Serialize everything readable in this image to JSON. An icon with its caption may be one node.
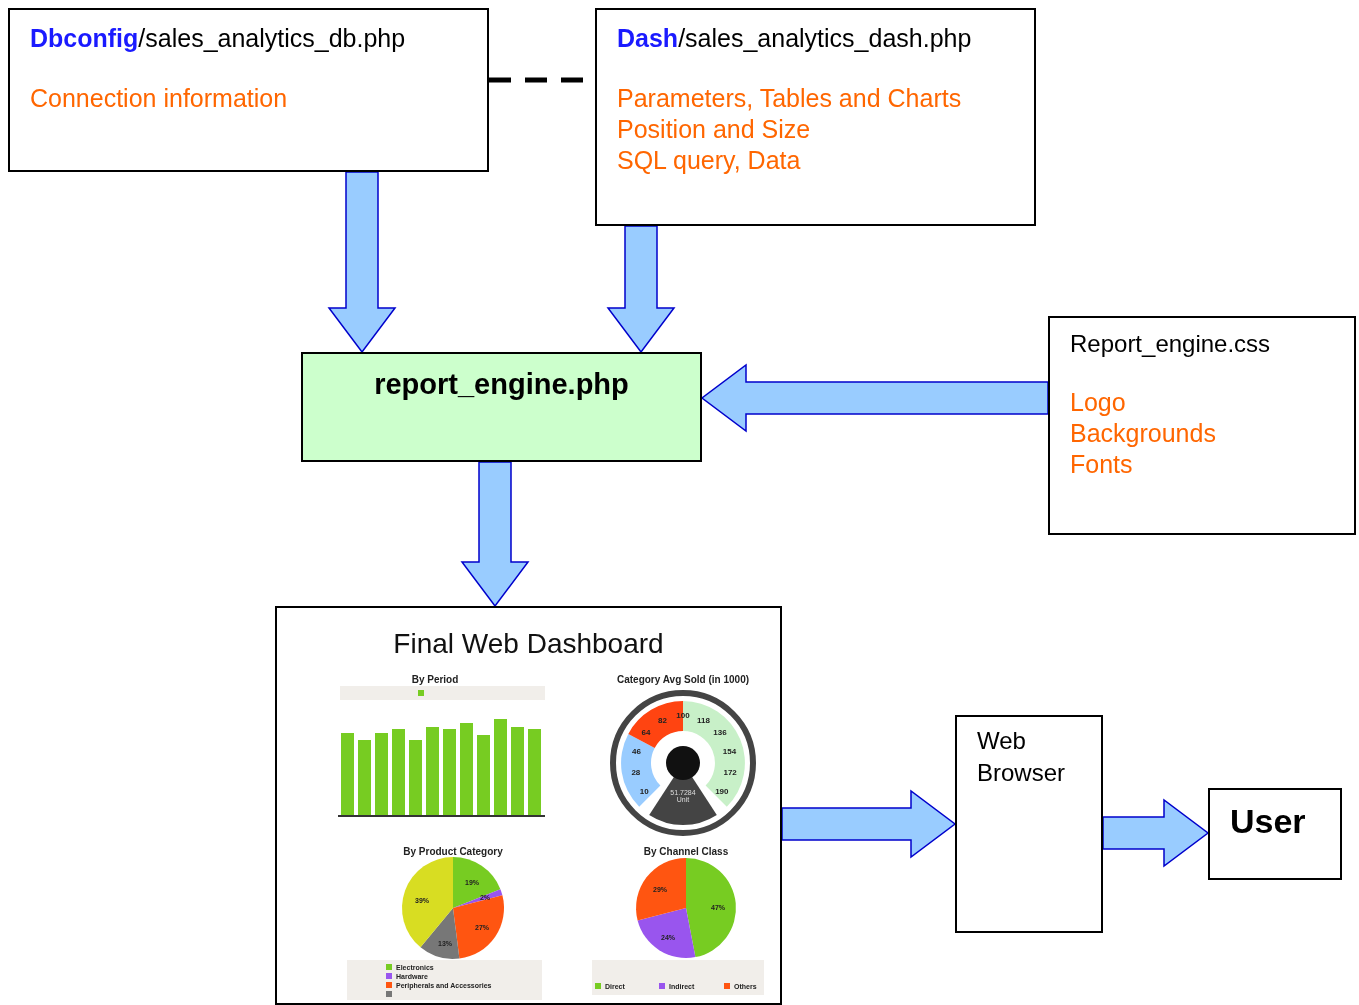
{
  "diagram": {
    "nodes": [
      {
        "text": [
          "**Dbconfig**/sales_analytics_db.php",
          "Connection information"
        ]
      },
      {
        "text": [
          "**Dash**/sales_analytics_dash.php",
          "Parameters, Tables and Charts",
          "Position and Size",
          "SQL query, Data"
        ]
      },
      {
        "text": [
          "report_engine.php"
        ]
      },
      {
        "text": [
          "Report_engine.css",
          "Logo",
          "Backgrounds",
          "Fonts"
        ]
      },
      {
        "text": [
          "Final Web Dashboard"
        ]
      },
      {
        "text": [
          "Web Browser"
        ]
      },
      {
        "text": [
          "User"
        ]
      }
    ],
    "edges": [
      {
        "from": 0,
        "to": 1,
        "arrow": "none",
        "style": "dashed",
        "color": "#000000"
      },
      {
        "from": 0,
        "to": 2,
        "arrow": "to"
      },
      {
        "from": 1,
        "to": 2,
        "arrow": "to"
      },
      {
        "from": 3,
        "to": 2,
        "arrow": "to"
      },
      {
        "from": 2,
        "to": 4,
        "arrow": "to"
      },
      {
        "from": 4,
        "to": 5,
        "arrow": "to"
      },
      {
        "from": 5,
        "to": 6,
        "arrow": "to"
      }
    ],
    "labels": [
      "By Period",
      "Category Avg Sold (in 1000)",
      "10",
      "28",
      "46",
      "64",
      "82",
      "100",
      "118",
      "136",
      "154",
      "172",
      "190",
      "51.7284 Unit",
      "By Product Category",
      "By Channel Class",
      "19%",
      "2%",
      "27%",
      "13%",
      "39%",
      "29%",
      "47%",
      "24%"
    ],
    "legend": [
      {
        "text": "Electronics",
        "color": "#77cc22"
      },
      {
        "text": "Hardware",
        "color": "#9955ee"
      },
      {
        "text": "Peripherals and Accessories",
        "color": "#ff5511"
      },
      {
        "text": "Direct",
        "color": "#77cc22"
      },
      {
        "text": "Indirect",
        "color": "#9955ee"
      },
      {
        "text": "Others",
        "color": "#ff5511"
      }
    ]
  }
}
